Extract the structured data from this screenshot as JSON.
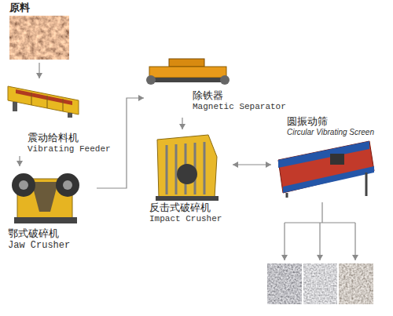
{
  "diagram": {
    "nodes": [
      {
        "text": [
          "原料"
        ]
      },
      {
        "text": [
          "震动给料机",
          "Vibrating Feeder"
        ]
      },
      {
        "text": [
          "鄂式破碎机",
          "Jaw Crusher"
        ]
      },
      {
        "text": [
          "除铁器",
          "Magnetic Separator"
        ]
      },
      {
        "text": [
          "反击式破碎机",
          "Impact Crusher"
        ]
      },
      {
        "text": [
          "圆振动筛",
          "Circular Vibrating Screen"
        ]
      }
    ],
    "edges": [
      {
        "from": 0,
        "to": 1,
        "arrow": "to"
      },
      {
        "from": 1,
        "to": 2,
        "arrow": "to"
      },
      {
        "from": 2,
        "to": 3,
        "arrow": "to"
      },
      {
        "from": 3,
        "to": 4,
        "arrow": "to"
      },
      {
        "from": 4,
        "to": 5,
        "arrow": "both"
      }
    ]
  }
}
